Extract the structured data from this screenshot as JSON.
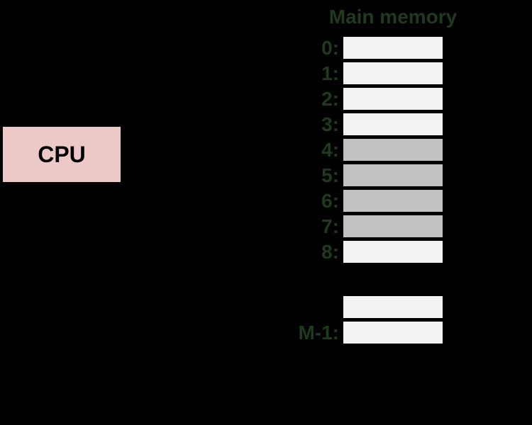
{
  "colors": {
    "background": "#000000",
    "label_green": "#1f3a1f",
    "cell_light": "#f2f2f2",
    "cell_dark": "#c1c1c1",
    "cpu_fill": "#ecc9c6",
    "cpu_text": "#000000"
  },
  "cpu": {
    "label": "CPU"
  },
  "memory": {
    "title": "Main memory",
    "rows": [
      {
        "label": "0:",
        "shade": "light"
      },
      {
        "label": "1:",
        "shade": "light"
      },
      {
        "label": "2:",
        "shade": "light"
      },
      {
        "label": "3:",
        "shade": "light"
      },
      {
        "label": "4:",
        "shade": "dark"
      },
      {
        "label": "5:",
        "shade": "dark"
      },
      {
        "label": "6:",
        "shade": "dark"
      },
      {
        "label": "7:",
        "shade": "dark"
      },
      {
        "label": "8:",
        "shade": "light"
      }
    ],
    "tail_rows": [
      {
        "label": "",
        "shade": "light"
      },
      {
        "label": "M-1:",
        "shade": "light"
      }
    ]
  }
}
